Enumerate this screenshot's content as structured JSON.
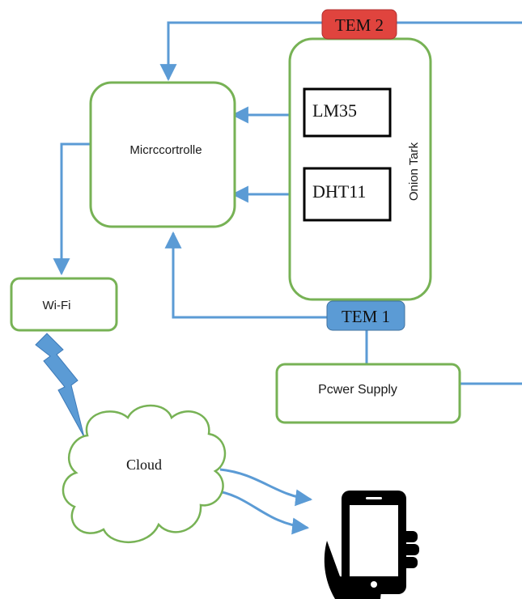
{
  "nodes": {
    "microcontroller": "Micrccortrolle",
    "wifi": "Wi-Fi",
    "cloud": "Cloud",
    "onion_tank": "Onion Tark",
    "lm35": "LM35",
    "dht11": "DHT11",
    "tem1": "TEM 1",
    "tem2": "TEM 2",
    "power_supply": "Pcwer Supply"
  },
  "colors": {
    "box_border": "#77b255",
    "connector": "#5b9bd5",
    "tem1_fill": "#5b9bd5",
    "tem2_fill": "#e0443e",
    "sensor_border": "#000000",
    "phone": "#000000"
  },
  "icons": {
    "smartphone": "smartphone-in-hand-icon",
    "wireless": "lightning-bolt-icon"
  }
}
